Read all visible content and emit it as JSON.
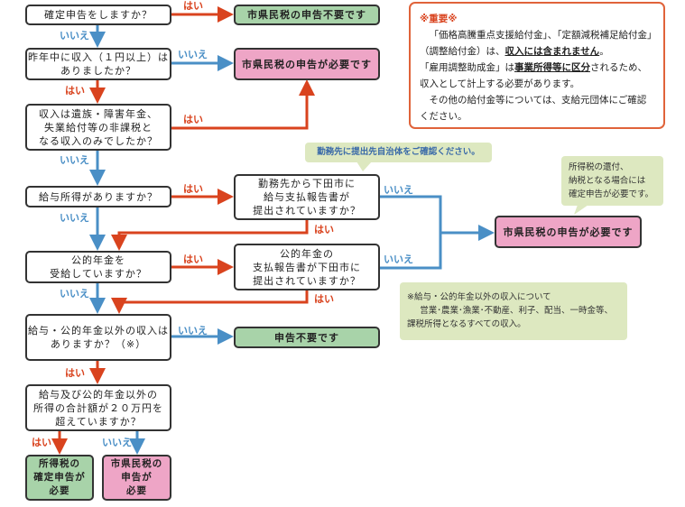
{
  "labels": {
    "yes": "はい",
    "no": "いいえ"
  },
  "questions": {
    "q1": "確定申告をしますか？",
    "q2": "昨年中に収入（１円以上）は\nありましたか？",
    "q3": "収入は遺族・障害年金、\n失業給付等の非課税と\nなる収入のみでしたか？",
    "q4": "給与所得がありますか？",
    "q5": "勤務先から下田市に\n給与支払報告書が\n提出されていますか？",
    "q6": "公的年金を\n受給していますか？",
    "q7": "公的年金の\n支払報告書が下田市に\n提出されていますか？",
    "q8": "給与・公的年金以外の収入は\nありますか？（※）",
    "q9": "給与及び公的年金以外の\n所得の合計額が２０万円を\n超えていますか？"
  },
  "results": {
    "r1": "市県民税の申告不要です",
    "r2": "市県民税の申告が必要です",
    "r3": "市県民税の申告が必要です",
    "r4": "申告不要です",
    "r5": "所得税の\n確定申告が\n必要",
    "r6": "市県民税の\n申告が\n必要"
  },
  "important": {
    "title": "※重要※",
    "p1a": "「価格高騰重点支援給付金」、「定額減税補足給付金」（調整給付金）は、",
    "p1u": "収入には含まれません",
    "p1b": "。",
    "p2a": "「雇用調整助成金」は",
    "p2u": "事業所得等に区分",
    "p2b": "されるため、収入として計上する必要があります。",
    "p3": "その他の給付金等については、支給元団体にご確認ください。"
  },
  "callouts": {
    "workplace": "勤務先に提出先自治体をご確認ください。",
    "income_tax": "所得税の還付、\n納税となる場合には\n確定申告が必要です。",
    "note_title": "※給与・公的年金以外の収入について",
    "note_body": "営業･農業･漁業･不動産、利子、配当、一時金等、\n課税所得となるすべての収入。"
  },
  "colors": {
    "yes": "#d9431e",
    "no": "#4a8fc6",
    "green": "#a8d3a9",
    "pink": "#eea5c6"
  }
}
